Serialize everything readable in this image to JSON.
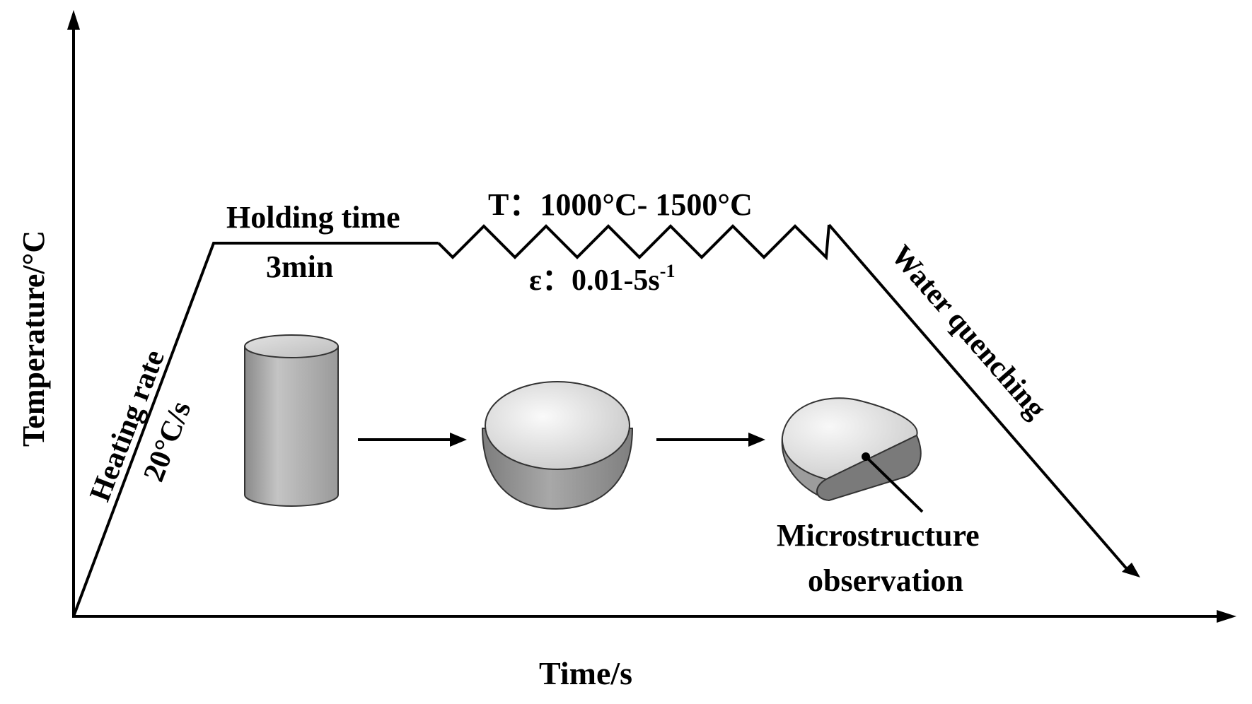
{
  "axes": {
    "y_label": "Temperature/°C",
    "x_label": "Time/s"
  },
  "stages": {
    "heating_label": "Heating rate",
    "heating_rate": "20°C/s",
    "holding_label": "Holding time",
    "holding_duration": "3min",
    "temperature_range": "T：1000°C- 1500°C",
    "strain_rate_prefix": "ε：0.01-5s",
    "strain_rate_exponent": "-1",
    "quench_label": "Water quenching"
  },
  "specimens": {
    "observation_line1": "Microstructure",
    "observation_line2": "observation"
  },
  "colors": {
    "line": "#000000",
    "specimen_body": "#a3a3a3",
    "specimen_top": "#e6e6e6",
    "specimen_cut_face": "#7a7a7a"
  }
}
